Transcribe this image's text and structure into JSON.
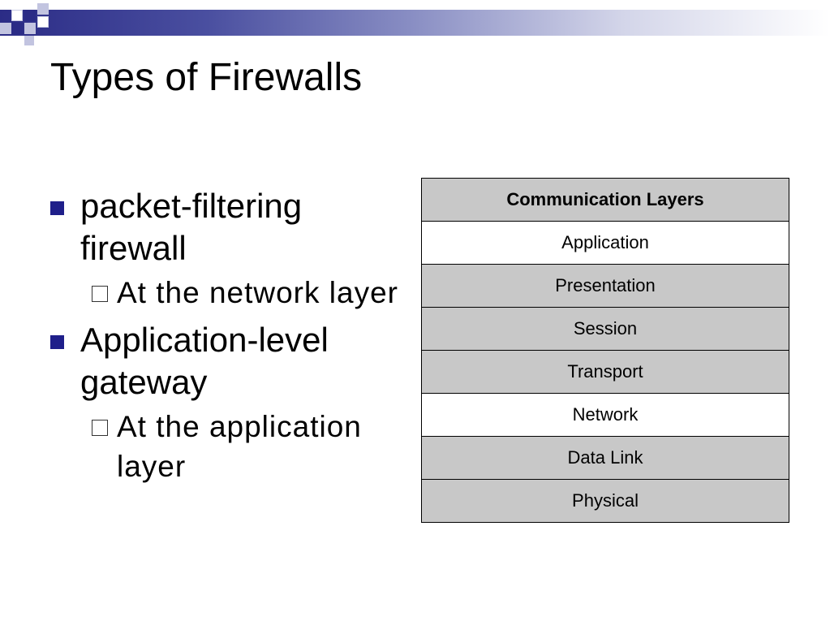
{
  "slide": {
    "title": "Types of Firewalls"
  },
  "bullets": [
    {
      "text": "packet-filtering firewall",
      "sub": "At the network layer"
    },
    {
      "text": "Application-level gateway",
      "sub": "At the application layer"
    }
  ],
  "layers_table": {
    "header": "Communication Layers",
    "rows": [
      {
        "label": "Application",
        "highlight": true
      },
      {
        "label": "Presentation",
        "highlight": false
      },
      {
        "label": "Session",
        "highlight": false
      },
      {
        "label": "Transport",
        "highlight": false
      },
      {
        "label": "Network",
        "highlight": true
      },
      {
        "label": "Data Link",
        "highlight": false
      },
      {
        "label": "Physical",
        "highlight": false
      }
    ]
  },
  "colors": {
    "accent_dark": "#2b2c86",
    "bullet": "#1f1f8a",
    "cell_gray": "#c8c8c8",
    "cell_highlight": "#ffffff"
  }
}
